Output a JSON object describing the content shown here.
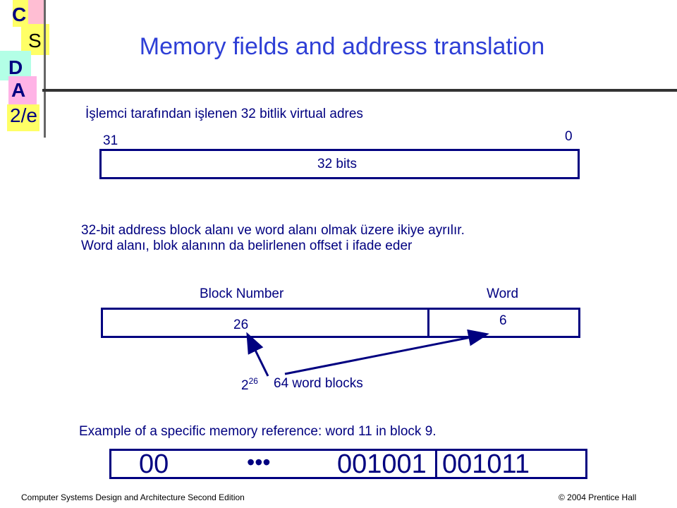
{
  "logo": {
    "c": "C",
    "s": "S",
    "d": "D",
    "a": "A",
    "edition": "2/e"
  },
  "title": "Memory fields and address translation",
  "virtual_address_caption": "İşlemci tarafından işlenen 32 bitlik virtual adres",
  "bit_high": "31",
  "bit_low": "0",
  "full_field_label": "32 bits",
  "split_description_line1": "32-bit address block alanı ve word alanı olmak üzere ikiye ayrılır.",
  "split_description_line2": "Word alanı, blok alanınn da belirlenen  offset i ifade eder",
  "block_header": "Block Number",
  "word_header": "Word",
  "block_bits": "26",
  "word_bits": "6",
  "blocks_base": "2",
  "blocks_exponent": "26",
  "word_blocks_label": "64 word blocks",
  "example_caption": "Example of a specific memory reference: word 11 in block 9.",
  "example": {
    "prefix": "00",
    "ellipsis": "•••",
    "block_value": "001001",
    "word_value": "001011"
  },
  "footer_left": "Computer Systems Design and Architecture Second Edition",
  "footer_right": "© 2004 Prentice Hall",
  "colors": {
    "navy": "#000080",
    "title_blue": "#2e3fd6",
    "logo_yellow": "#ffff66",
    "logo_pink": "#ffb3e6",
    "logo_cyan": "#b3ffe6"
  }
}
